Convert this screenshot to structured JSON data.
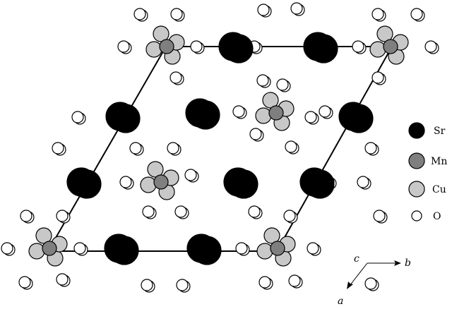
{
  "legend": [
    {
      "key": "sr",
      "label": "Sr",
      "color": "#000000"
    },
    {
      "key": "mn",
      "label": "Mn",
      "color": "#7f7f7f"
    },
    {
      "key": "cu",
      "label": "Cu",
      "color": "#c8c8c8"
    },
    {
      "key": "o",
      "label": "O",
      "color": "#ffffff"
    }
  ],
  "axes": {
    "c": "c",
    "b": "b",
    "a": "a"
  }
}
